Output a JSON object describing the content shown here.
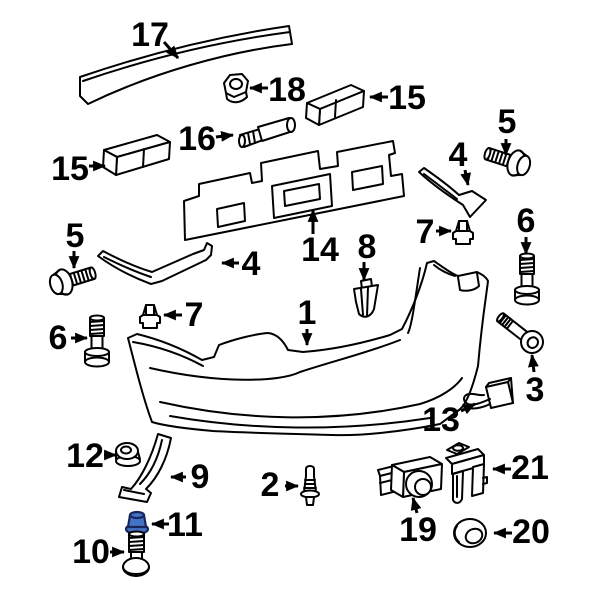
{
  "diagram": {
    "background_color": "#ffffff",
    "line_color": "#000000",
    "highlight_fill": "#4472c4",
    "highlight_stroke": "#17255c",
    "highlighted_part_number": "11",
    "callouts": [
      {
        "number": "17"
      },
      {
        "number": "18"
      },
      {
        "number": "15"
      },
      {
        "number": "16"
      },
      {
        "number": "15"
      },
      {
        "number": "5"
      },
      {
        "number": "4"
      },
      {
        "number": "14"
      },
      {
        "number": "8"
      },
      {
        "number": "5"
      },
      {
        "number": "4"
      },
      {
        "number": "7"
      },
      {
        "number": "6"
      },
      {
        "number": "7"
      },
      {
        "number": "6"
      },
      {
        "number": "1"
      },
      {
        "number": "3"
      },
      {
        "number": "13"
      },
      {
        "number": "12"
      },
      {
        "number": "9"
      },
      {
        "number": "11"
      },
      {
        "number": "10"
      },
      {
        "number": "2"
      },
      {
        "number": "19"
      },
      {
        "number": "21"
      },
      {
        "number": "20"
      }
    ]
  }
}
